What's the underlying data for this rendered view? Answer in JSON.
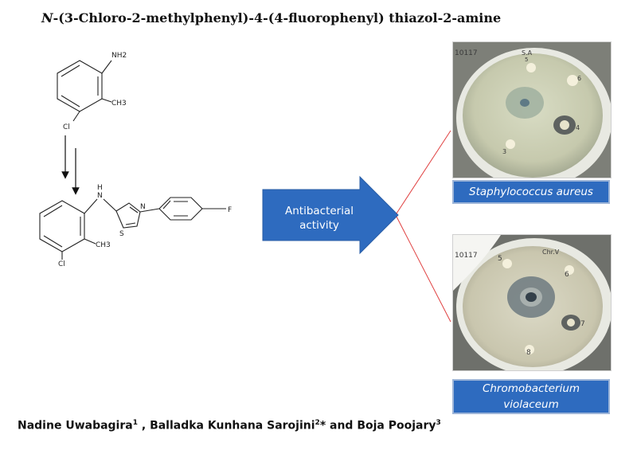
{
  "title": {
    "prefix": "N",
    "rest": "-(3-Chloro-2-methylphenyl)-4-(4-fluorophenyl) thiazol-2-amine"
  },
  "reactant": {
    "nh2_label": "NH2",
    "ch3_label": "CH3",
    "cl_label": "Cl"
  },
  "product": {
    "nh_label": "N",
    "nh_h_label": "H",
    "ch3_label": "CH3",
    "cl_label": "Cl",
    "s_label": "S",
    "n_label": "N",
    "f_label": "F"
  },
  "activity_arrow": {
    "line1": "Antibacterial",
    "line2": "activity",
    "color": "#2e6bbf"
  },
  "plates": [
    {
      "handwriting": [
        "10117",
        "S.A",
        "5",
        "6",
        "4",
        "3"
      ],
      "organism_label": "Staphylococcus aureus"
    },
    {
      "handwriting": [
        "10117",
        "Chr.V",
        "5",
        "6",
        "7",
        "8"
      ],
      "organism_label_line1": "Chromobacterium",
      "organism_label_line2": "violaceum"
    }
  ],
  "pointer_color": "#e02020",
  "authors": {
    "a1": "Nadine Uwabagira",
    "a1_sup": "1",
    "sep1": " , ",
    "a2": "Balladka Kunhana Sarojini",
    "a2_sup": "2",
    "a2_mark": "*",
    "sep2": " and ",
    "a3": "Boja Poojary",
    "a3_sup": "3"
  }
}
